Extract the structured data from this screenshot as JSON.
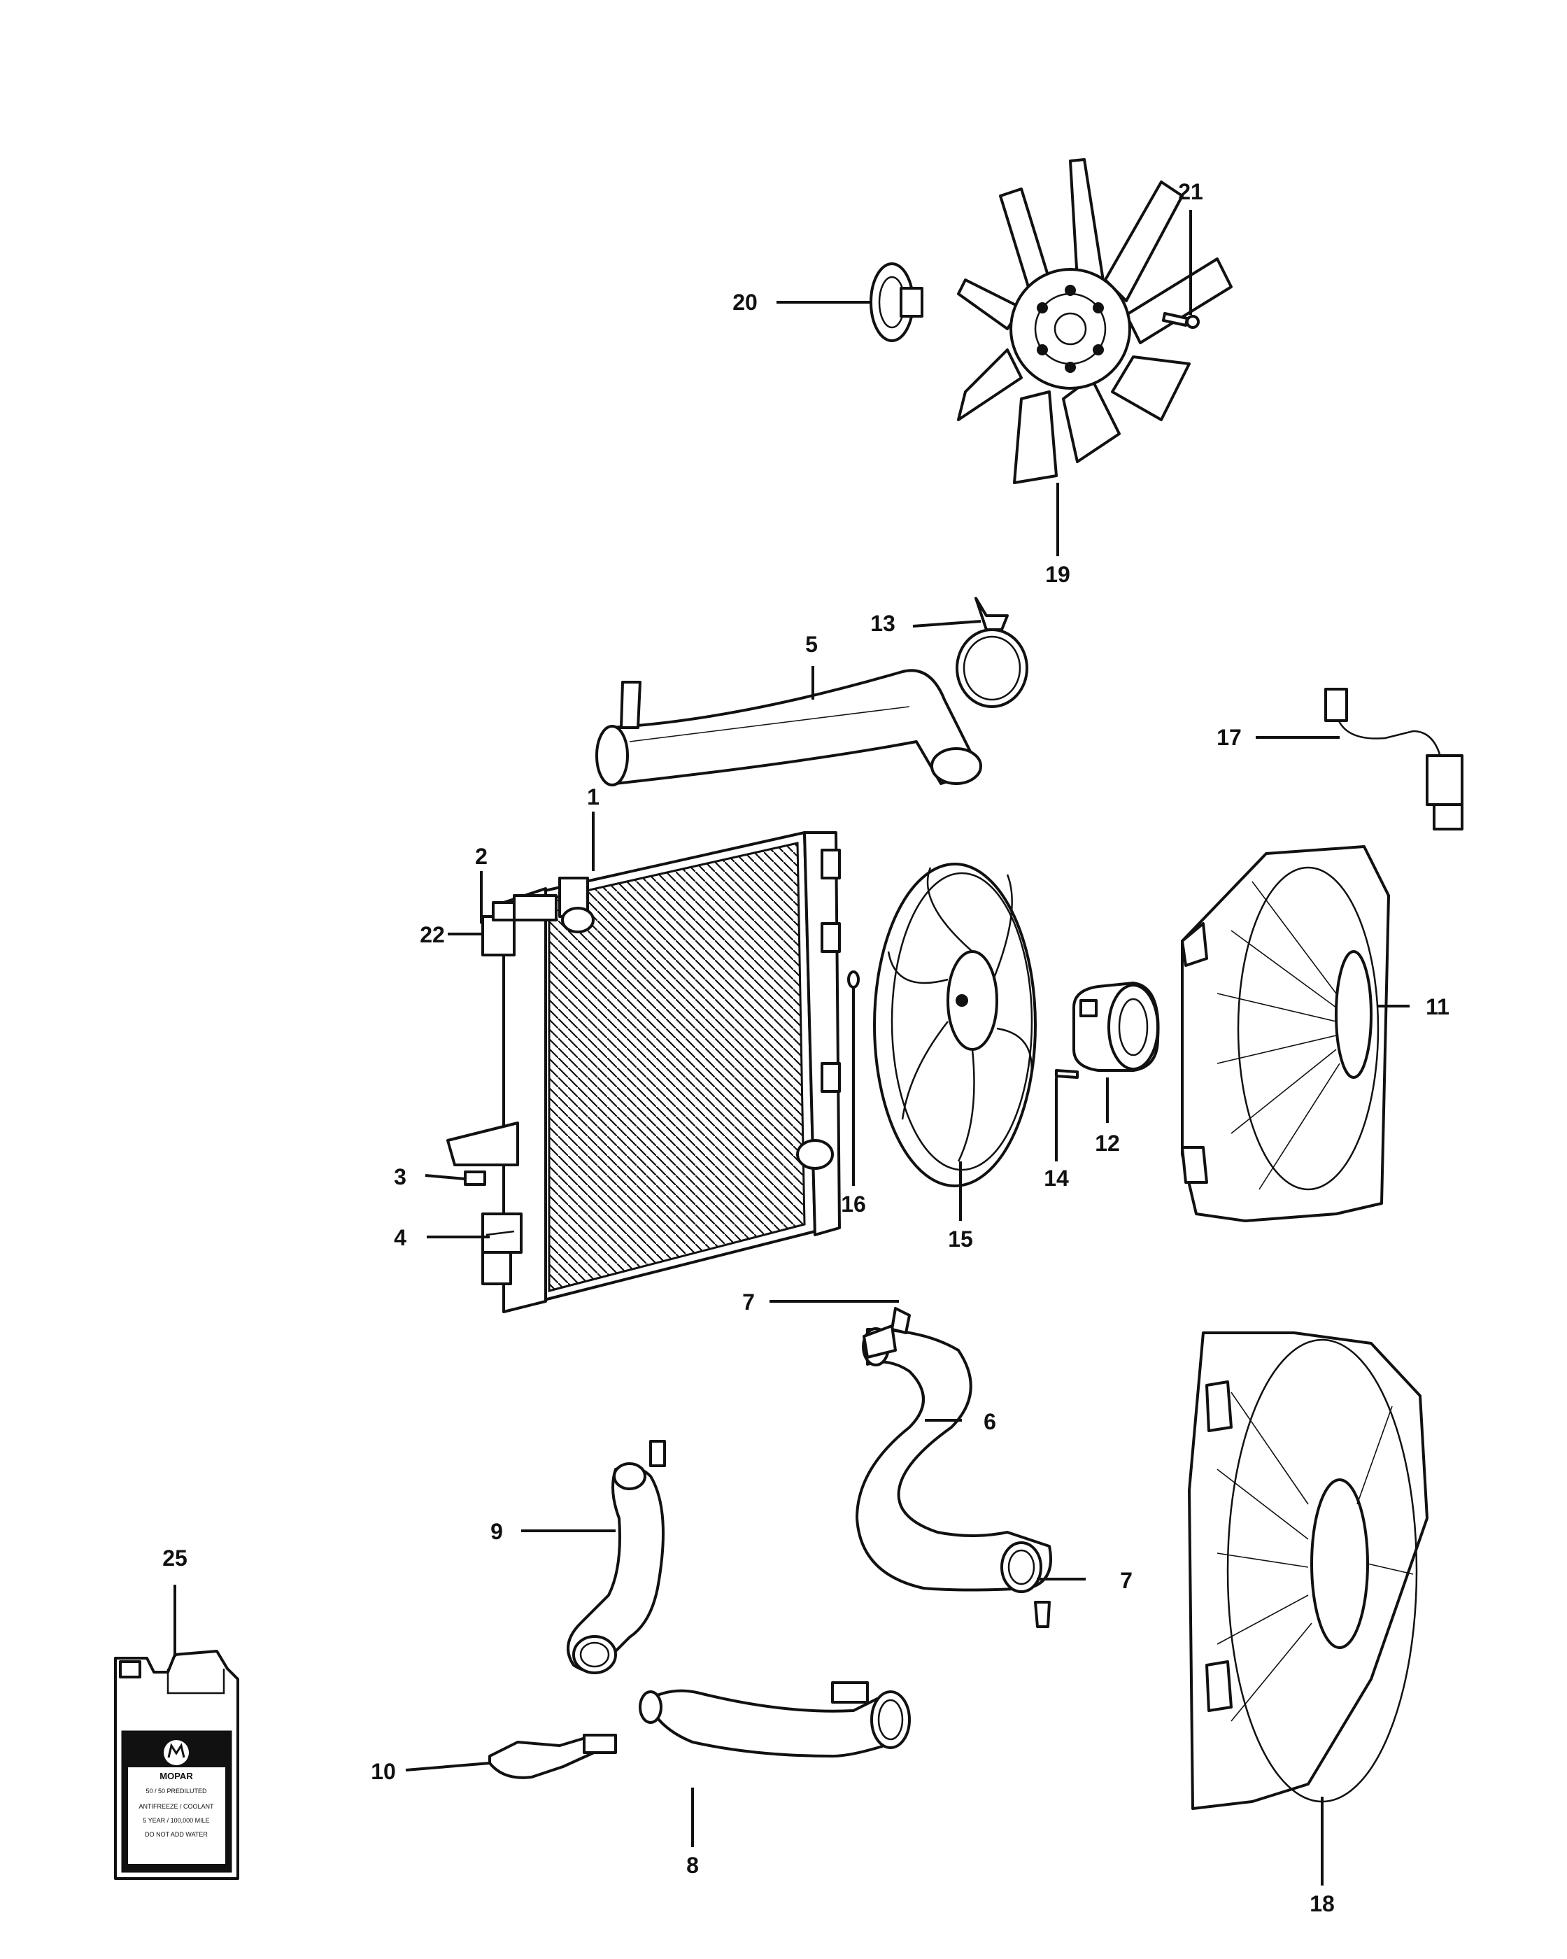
{
  "callouts": {
    "c1": "1",
    "c2": "2",
    "c3": "3",
    "c4": "4",
    "c5": "5",
    "c6": "6",
    "c7a": "7",
    "c7b": "7",
    "c8": "8",
    "c9": "9",
    "c10": "10",
    "c11": "11",
    "c12": "12",
    "c13": "13",
    "c14": "14",
    "c15": "15",
    "c16": "16",
    "c17": "17",
    "c18": "18",
    "c19": "19",
    "c20": "20",
    "c21": "21",
    "c22": "22",
    "c25": "25"
  },
  "coolant_jug": {
    "brand": "MOPAR",
    "line1": "50 / 50 PREDILUTED",
    "line2": "ANTIFREEZE / COOLANT",
    "line3": "5 YEAR / 100,000 MILE",
    "line4": "DO NOT ADD WATER"
  }
}
